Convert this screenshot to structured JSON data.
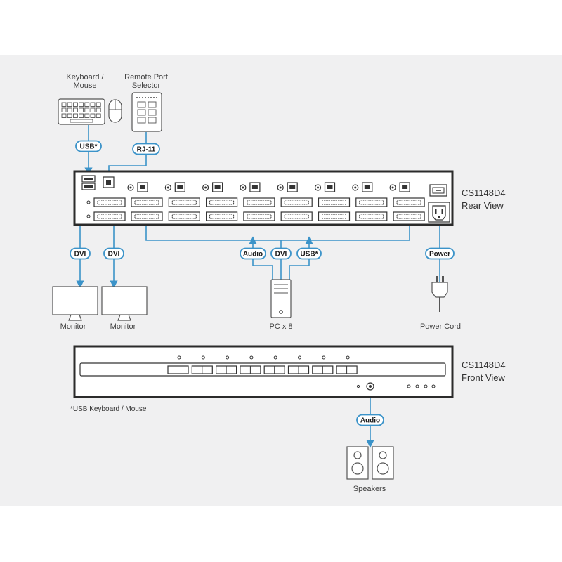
{
  "colors": {
    "accent": "#3b93c9",
    "device": "#2b2b2b",
    "background": "#f0f0f1"
  },
  "devices": {
    "keyboard_mouse": "Keyboard /\nMouse",
    "remote_selector": "Remote Port\nSelector",
    "monitor_1": "Monitor",
    "monitor_2": "Monitor",
    "pc": "PC x 8",
    "power_cord": "Power Cord",
    "speakers": "Speakers"
  },
  "unit": {
    "rear_title": "CS1148D4\nRear View",
    "front_title": "CS1148D4\nFront View"
  },
  "badges": {
    "usb_kbm": "USB*",
    "rj11": "RJ-11",
    "dvi_1": "DVI",
    "dvi_2": "DVI",
    "audio_pc": "Audio",
    "dvi_pc": "DVI",
    "usb_pc": "USB*",
    "power": "Power",
    "audio_speakers": "Audio"
  },
  "footnote": "*USB Keyboard / Mouse",
  "icons": [
    "keyboard-icon",
    "mouse-icon",
    "remote-selector-icon",
    "monitor-icon",
    "pc-tower-icon",
    "power-plug-icon",
    "speakers-icon"
  ]
}
